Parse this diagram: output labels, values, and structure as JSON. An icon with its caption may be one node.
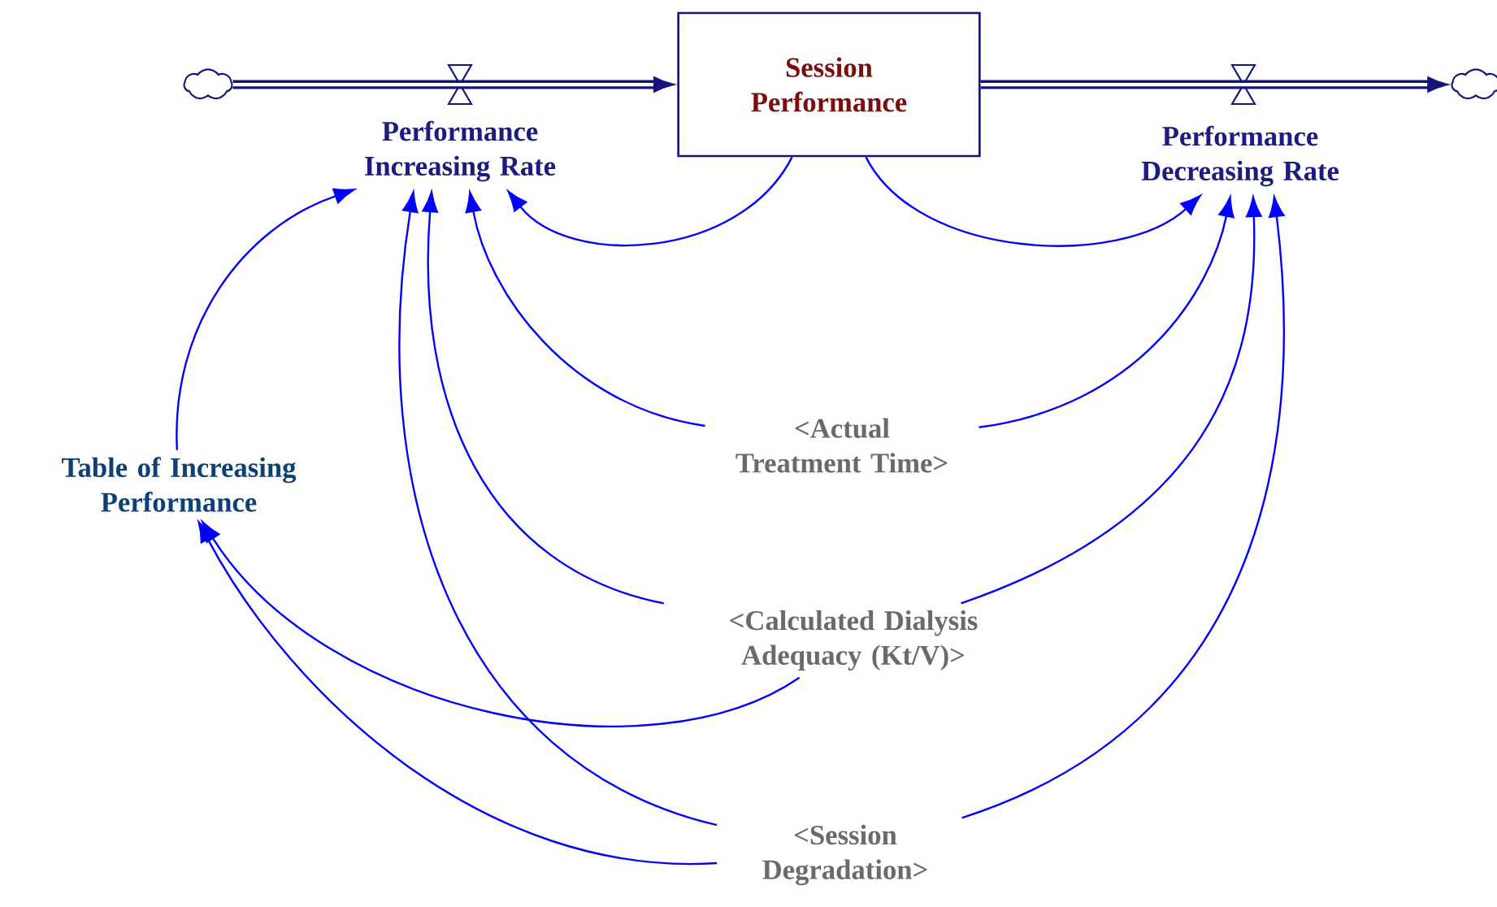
{
  "diagram": {
    "nodes": [
      {
        "text": [],
        "shape": "cloud"
      },
      {
        "text": [
          "Performance Increasing Rate"
        ]
      },
      {
        "text": [
          "Session Performance"
        ]
      },
      {
        "text": [
          "Performance Decreasing Rate"
        ]
      },
      {
        "text": [],
        "shape": "cloud"
      },
      {
        "text": [
          "Table of Increasing Performance"
        ]
      },
      {
        "text": [
          "<Actual Treatment Time>"
        ]
      },
      {
        "text": [
          "<Calculated Dialysis Adequacy (Kt/V)>"
        ]
      },
      {
        "text": [
          "<Session Degradation>"
        ]
      }
    ],
    "edges": [
      {
        "from": 0,
        "to": 2,
        "arrow": "to",
        "style": "thick",
        "color": "#14147a"
      },
      {
        "from": 2,
        "to": 4,
        "arrow": "to",
        "style": "thick",
        "color": "#14147a"
      },
      {
        "from": 2,
        "to": 1,
        "arrow": "to"
      },
      {
        "from": 2,
        "to": 3,
        "arrow": "to"
      },
      {
        "from": 6,
        "to": 1,
        "arrow": "to"
      },
      {
        "from": 6,
        "to": 3,
        "arrow": "to"
      },
      {
        "from": 7,
        "to": 1,
        "arrow": "to"
      },
      {
        "from": 7,
        "to": 3,
        "arrow": "to"
      },
      {
        "from": 7,
        "to": 5,
        "arrow": "to"
      },
      {
        "from": 8,
        "to": 1,
        "arrow": "to"
      },
      {
        "from": 8,
        "to": 3,
        "arrow": "to"
      },
      {
        "from": 8,
        "to": 5,
        "arrow": "to"
      },
      {
        "from": 5,
        "to": 1,
        "arrow": "to"
      }
    ]
  }
}
